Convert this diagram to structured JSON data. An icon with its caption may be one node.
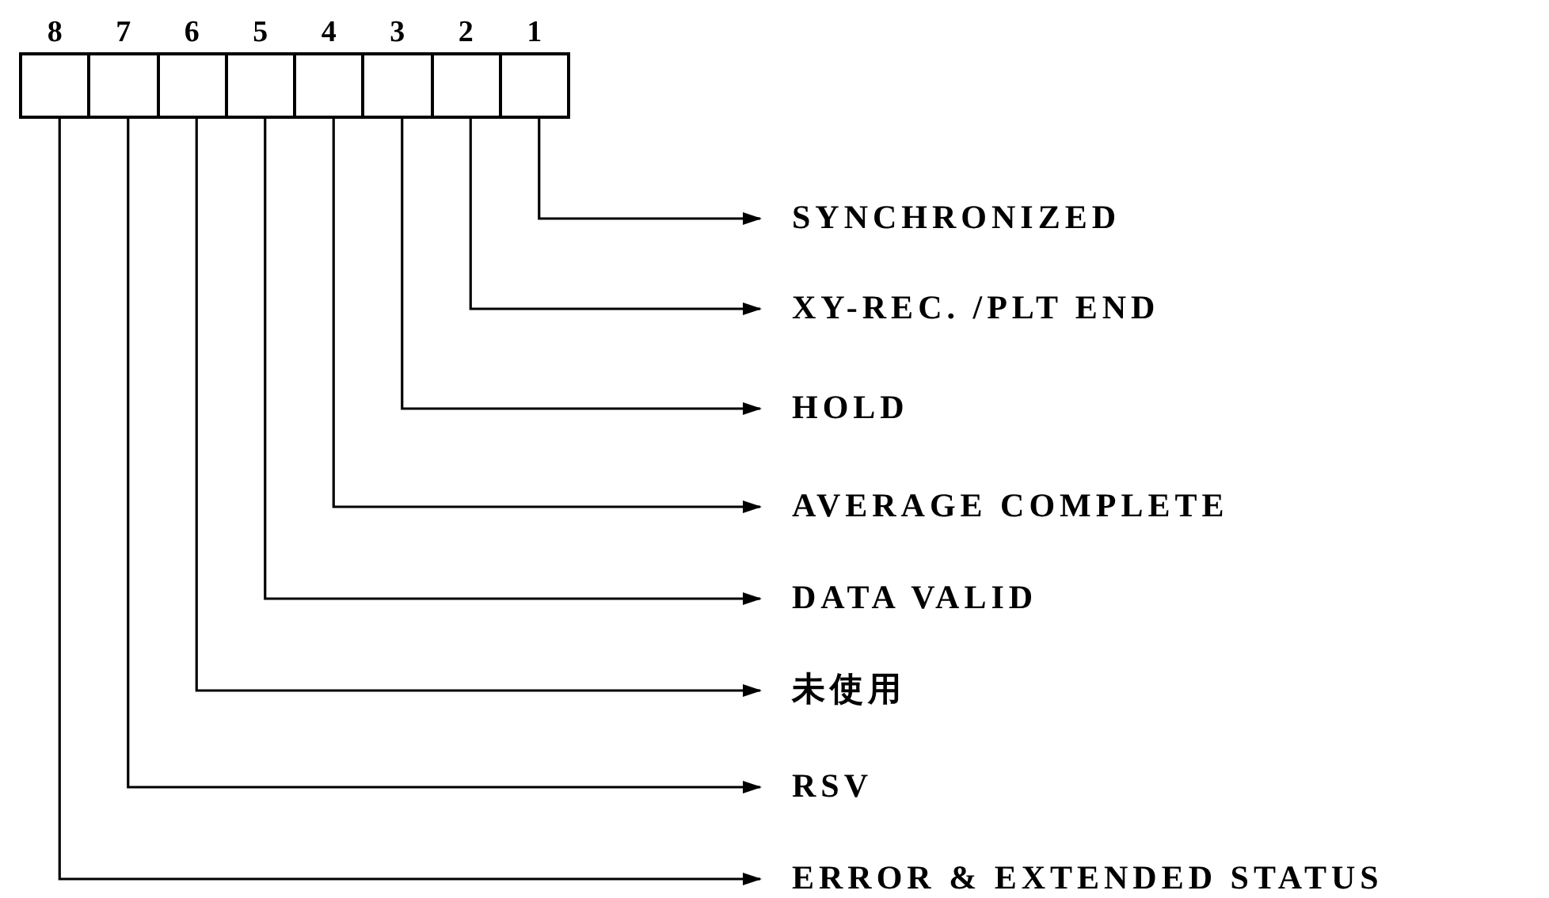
{
  "diagram": {
    "nodes": [
      {
        "text": [
          "8"
        ]
      },
      {
        "text": [
          "7"
        ]
      },
      {
        "text": [
          "6"
        ]
      },
      {
        "text": [
          "5"
        ]
      },
      {
        "text": [
          "4"
        ]
      },
      {
        "text": [
          "3"
        ]
      },
      {
        "text": [
          "2"
        ]
      },
      {
        "text": [
          "1"
        ]
      },
      {
        "text": [
          "SYNCHRONIZED"
        ]
      },
      {
        "text": [
          "XY-REC. /PLT END"
        ]
      },
      {
        "text": [
          "HOLD"
        ]
      },
      {
        "text": [
          "AVERAGE COMPLETE"
        ]
      },
      {
        "text": [
          "DATA VALID"
        ]
      },
      {
        "text": [
          "未使用"
        ]
      },
      {
        "text": [
          "RSV"
        ]
      },
      {
        "text": [
          "ERROR & EXTENDED STATUS"
        ]
      }
    ],
    "edges": [
      {
        "from": 7,
        "to": 8,
        "arrow": "to"
      },
      {
        "from": 6,
        "to": 9,
        "arrow": "to"
      },
      {
        "from": 5,
        "to": 10,
        "arrow": "to"
      },
      {
        "from": 4,
        "to": 11,
        "arrow": "to"
      },
      {
        "from": 3,
        "to": 12,
        "arrow": "to"
      },
      {
        "from": 2,
        "to": 13,
        "arrow": "to"
      },
      {
        "from": 1,
        "to": 14,
        "arrow": "to"
      },
      {
        "from": 0,
        "to": 15,
        "arrow": "to"
      }
    ]
  }
}
